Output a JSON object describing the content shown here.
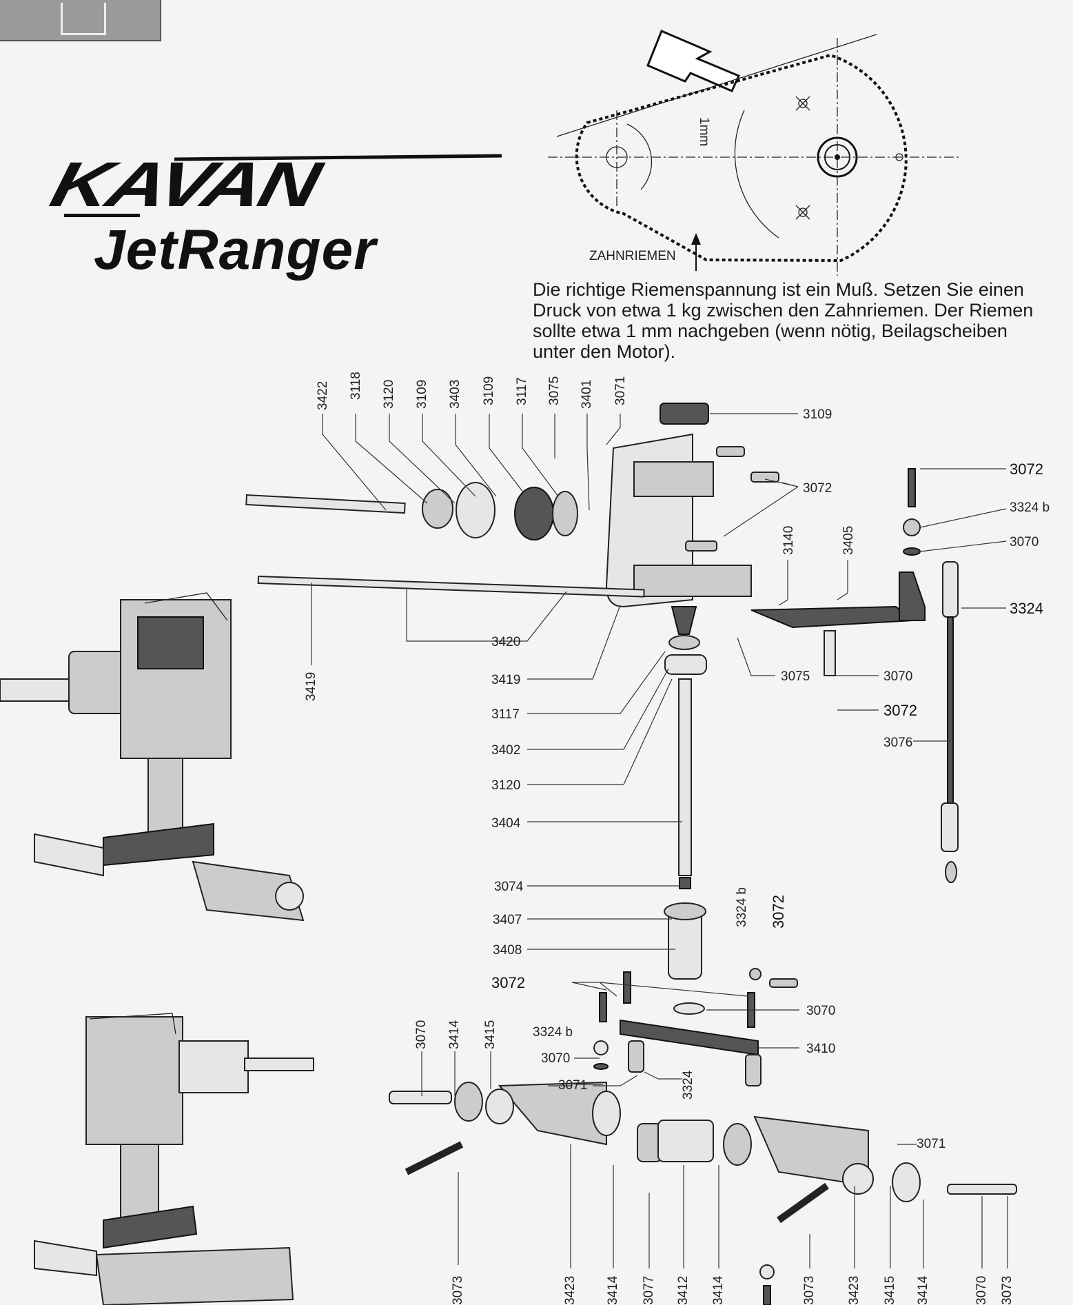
{
  "logo": {
    "brand": "KAVAN",
    "model": "JetRanger"
  },
  "belt_diagram": {
    "belt_label": "ZAHNRIEMEN",
    "deflection_label": "1mm"
  },
  "note_lines": [
    "Die richtige Riemenspannung ist ein Muß. Setzen Sie einen",
    "Druck von etwa 1 kg zwischen den Zahnriemen. Der Riemen",
    "sollte etwa 1 mm nachgeben (wenn nötig, Beilagscheiben",
    "unter den Motor)."
  ],
  "part_numbers": {
    "top_row": [
      "3422",
      "3118",
      "3120",
      "3109",
      "3403",
      "3109",
      "3117",
      "3075",
      "3401",
      "3071"
    ],
    "gearbox_right": [
      "3109",
      "3072"
    ],
    "far_right": [
      "3072",
      "3324 b",
      "3070",
      "3324",
      "3070",
      "3072",
      "3076"
    ],
    "mid_vertical": [
      "3140",
      "3405"
    ],
    "shaft_left": [
      "3419",
      "3420",
      "3419",
      "3117",
      "3402",
      "3120",
      "3404",
      "3074",
      "3407",
      "3408",
      "3072"
    ],
    "shaft_mid": [
      "3075",
      "3070"
    ],
    "hub_vertical": [
      "3324 b",
      "3072"
    ],
    "hub_right": [
      "3070",
      "3410"
    ],
    "lower_left_vertical": [
      "3070",
      "3414",
      "3415"
    ],
    "lower_misc": [
      "3324 b",
      "3070",
      "3071",
      "3324",
      "3071"
    ],
    "bottom_row": [
      "3073",
      "3423",
      "3414",
      "3077",
      "3412",
      "3414",
      "3073",
      "3423",
      "3415",
      "3414",
      "3070",
      "3073"
    ]
  }
}
